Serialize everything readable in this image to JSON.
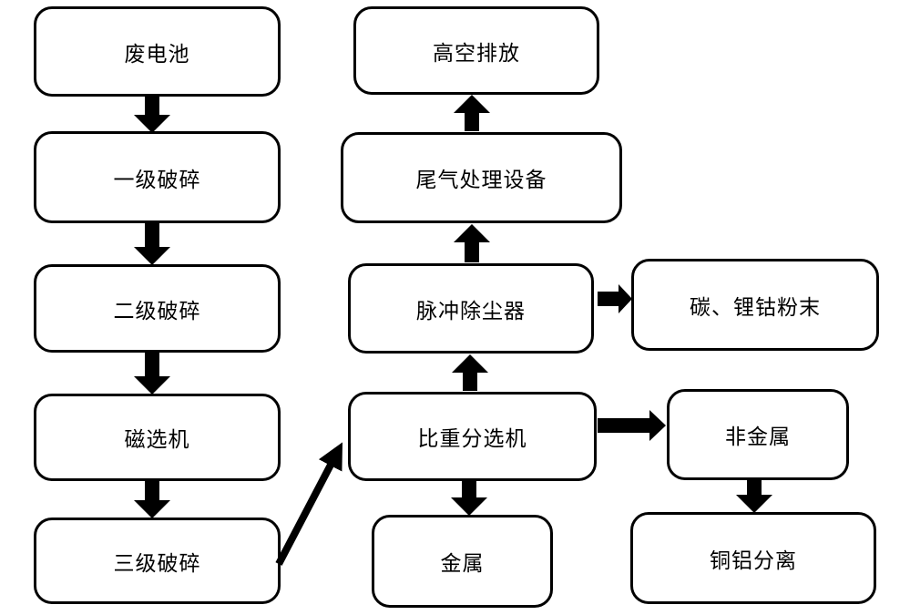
{
  "diagram": {
    "title": "waste-battery-recycling-process-flowchart",
    "background_color": "#ffffff",
    "line_color": "#000000",
    "text_color": "#000000",
    "nodes": [
      {
        "id": "waste-battery",
        "label": "废电池"
      },
      {
        "id": "primary-crushing",
        "label": "一级破碎"
      },
      {
        "id": "secondary-crushing",
        "label": "二级破碎"
      },
      {
        "id": "magnetic-separator",
        "label": "磁选机"
      },
      {
        "id": "tertiary-crushing",
        "label": "三级破碎"
      },
      {
        "id": "high-altitude-discharge",
        "label": "高空排放"
      },
      {
        "id": "exhaust-gas-treatment",
        "label": "尾气处理设备"
      },
      {
        "id": "pulse-dust-collector",
        "label": "脉冲除尘器"
      },
      {
        "id": "gravity-separator",
        "label": "比重分选机"
      },
      {
        "id": "metal",
        "label": "金属"
      },
      {
        "id": "carbon-lithium-cobalt-powder",
        "label": "碳、锂钴粉末"
      },
      {
        "id": "non-metal",
        "label": "非金属"
      },
      {
        "id": "copper-aluminum-separation",
        "label": "铜铝分离"
      }
    ],
    "edges": [
      {
        "from": "waste-battery",
        "to": "primary-crushing"
      },
      {
        "from": "primary-crushing",
        "to": "secondary-crushing"
      },
      {
        "from": "secondary-crushing",
        "to": "magnetic-separator"
      },
      {
        "from": "magnetic-separator",
        "to": "tertiary-crushing"
      },
      {
        "from": "tertiary-crushing",
        "to": "gravity-separator"
      },
      {
        "from": "gravity-separator",
        "to": "pulse-dust-collector"
      },
      {
        "from": "pulse-dust-collector",
        "to": "exhaust-gas-treatment"
      },
      {
        "from": "exhaust-gas-treatment",
        "to": "high-altitude-discharge"
      },
      {
        "from": "pulse-dust-collector",
        "to": "carbon-lithium-cobalt-powder"
      },
      {
        "from": "gravity-separator",
        "to": "non-metal"
      },
      {
        "from": "gravity-separator",
        "to": "metal"
      },
      {
        "from": "non-metal",
        "to": "copper-aluminum-separation"
      }
    ]
  }
}
